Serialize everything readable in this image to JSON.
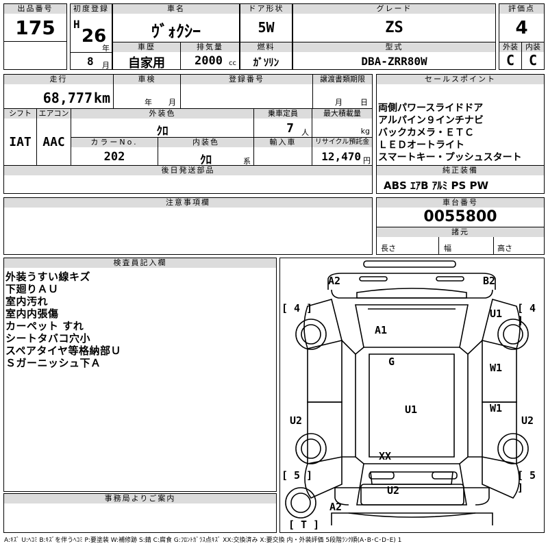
{
  "header": {
    "lot_no_label": "出品番号",
    "lot_no": "175",
    "first_reg_label": "初度登録",
    "era": "H",
    "year": "26",
    "year_unit": "年",
    "month": "8",
    "month_unit": "月",
    "car_name_label": "車名",
    "car_name": "ｳﾞｫｸｼｰ",
    "door_label": "ドア形状",
    "door": "5W",
    "grade_label": "グレード",
    "grade": "ZS",
    "score_label": "評価点",
    "score": "4",
    "history_label": "車歴",
    "history": "自家用",
    "displacement_label": "排気量",
    "displacement": "2000",
    "displacement_unit": "cc",
    "fuel_label": "燃料",
    "fuel": "ｶﾞｿﾘﾝ",
    "model_label": "型式",
    "model": "DBA-ZRR80W",
    "exterior_label": "外装",
    "exterior": "C",
    "interior_label": "内装",
    "interior": "C"
  },
  "row2": {
    "mileage_label": "走行",
    "mileage": "68,777",
    "mileage_unit": "km",
    "inspection_label": "車検",
    "inspection_year_unit": "年",
    "inspection_month_unit": "月",
    "reg_no_label": "登録番号",
    "transfer_label": "譲渡書類期限",
    "transfer_month_unit": "月",
    "transfer_day_unit": "日",
    "shift_label": "シフト",
    "shift": "IAT",
    "ac_label": "エアコン",
    "ac": "AAC",
    "ext_color_label": "外装色",
    "ext_color": "ｸﾛ",
    "capacity_label": "乗車定員",
    "capacity": "7",
    "capacity_unit": "人",
    "load_label": "最大積載量",
    "load_unit": "kg",
    "color_no_label": "カラーNo.",
    "color_no": "202",
    "int_color_label": "内装色",
    "int_color": "ｸﾛ",
    "int_color_unit": "系",
    "import_label": "輸入車",
    "recycle_label": "リサイクル預託金",
    "recycle": "12,470",
    "recycle_unit": "円",
    "later_parts_label": "後日発送部品"
  },
  "sales": {
    "label": "セールスポイント",
    "points": [
      "両側パワースライドドア",
      "アルパイン９インチナビ",
      "バックカメラ・ＥＴＣ",
      "ＬＥＤオートライト",
      "スマートキー・プッシュスタート"
    ],
    "equip_label": "純正装備",
    "equipment": "ABS ｴｱB ｱﾙﾐ PS PW"
  },
  "notes": {
    "label": "注意事項欄"
  },
  "chassis": {
    "label": "車台番号",
    "number": "0055800",
    "specs_label": "諸元",
    "length_label": "長さ",
    "width_label": "幅",
    "height_label": "高さ"
  },
  "inspector": {
    "label": "検査員記入欄",
    "lines": [
      "外装うすい線キズ",
      "下廻りＡＵ",
      "室内汚れ",
      "室内内張傷",
      "カーペット すれ",
      "シートタバコ穴小",
      "スペアタイヤ等格納部Ｕ",
      "Ｓガーニッシュ下Ａ"
    ]
  },
  "office": {
    "label": "事務局よりご案内"
  },
  "diagram": {
    "codes": {
      "a2_top": "A2",
      "b2_top": "B2",
      "four_left": "[ 4 ]",
      "four_right": "[ 4 ]",
      "u1_fr": "U1",
      "a1": "A1",
      "g": "G",
      "w1_a": "W1",
      "w1_b": "W1",
      "u1_side": "U1",
      "u2_left": "U2",
      "u2_right": "U2",
      "xx": "XX",
      "five_left": "[ 5 ]",
      "five_right": "[ 5 ]",
      "u2_rear": "U2",
      "a2_bottom": "A2",
      "t": "[ T ]"
    }
  },
  "legend": "A:ｷｽﾞ U:ﾍｺﾐ B:ｷｽﾞを伴うﾍｺﾐ P:要塗装 W:補修跡 S:錆 C:腐食 G:ﾌﾛﾝﾄｶﾞﾗｽ点ｷｽﾞ XX:交換済み X:要交換 内・外装評価 5段階ﾗﾝｸ順(A･B･C･D･E) 1"
}
